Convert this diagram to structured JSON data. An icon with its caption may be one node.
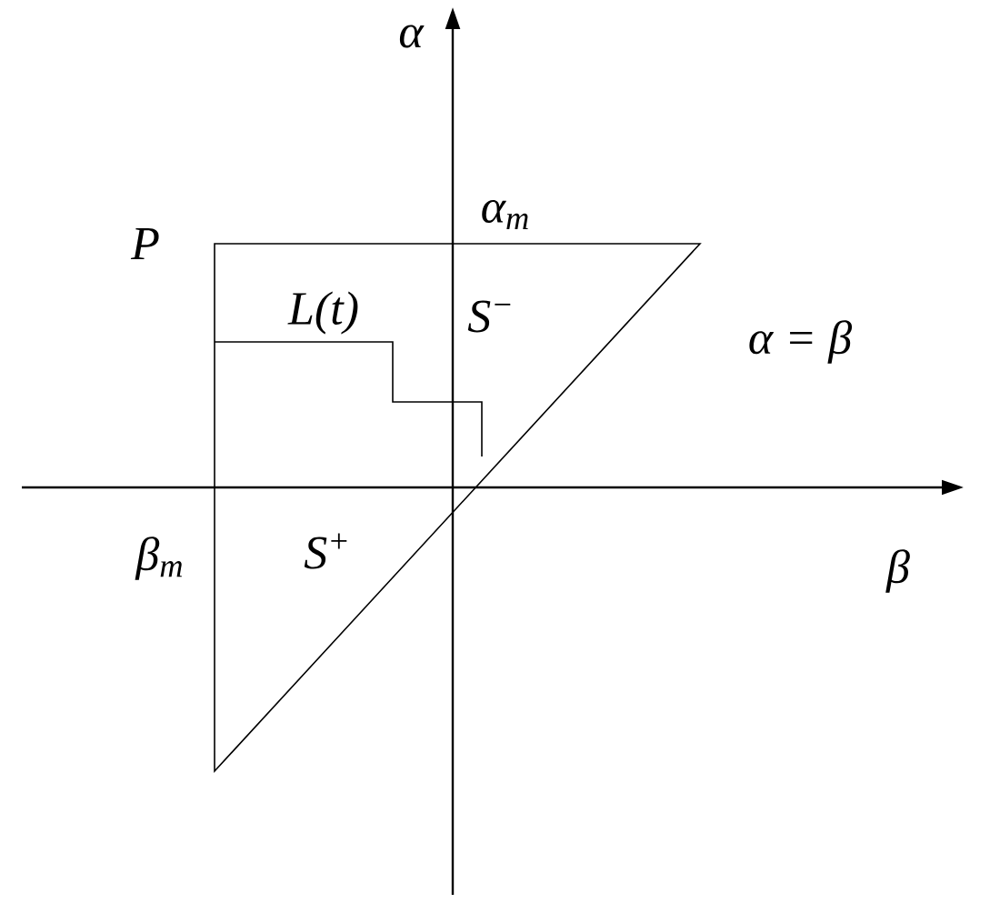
{
  "diagram": {
    "labels": [
      "α",
      "P",
      "α$_{m}$",
      "L(t)",
      "S$^{−}$",
      "α = β",
      "β$_{m}$",
      "S$^{+}$",
      "β"
    ]
  }
}
